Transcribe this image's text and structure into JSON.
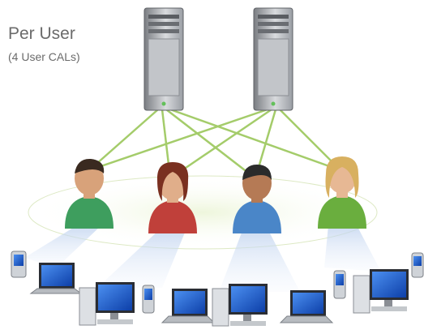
{
  "diagram": {
    "title": "Per User",
    "subtitle": "(4 User CALs)",
    "servers": [
      "server",
      "server"
    ],
    "users": [
      {
        "color": "#3e9e5e",
        "hair": "#3a2a20"
      },
      {
        "color": "#c0403a",
        "hair": "#7a3020"
      },
      {
        "color": "#4a86c8",
        "hair": "#2b2b2b"
      },
      {
        "color": "#6aae3e",
        "hair": "#d8b060"
      }
    ],
    "colors": {
      "line": "#9bc85a",
      "ellipse": "#e3efc8",
      "beam": "#cfdcf0",
      "screen": "#1f5fd0",
      "text": "#6b6b6b"
    }
  }
}
